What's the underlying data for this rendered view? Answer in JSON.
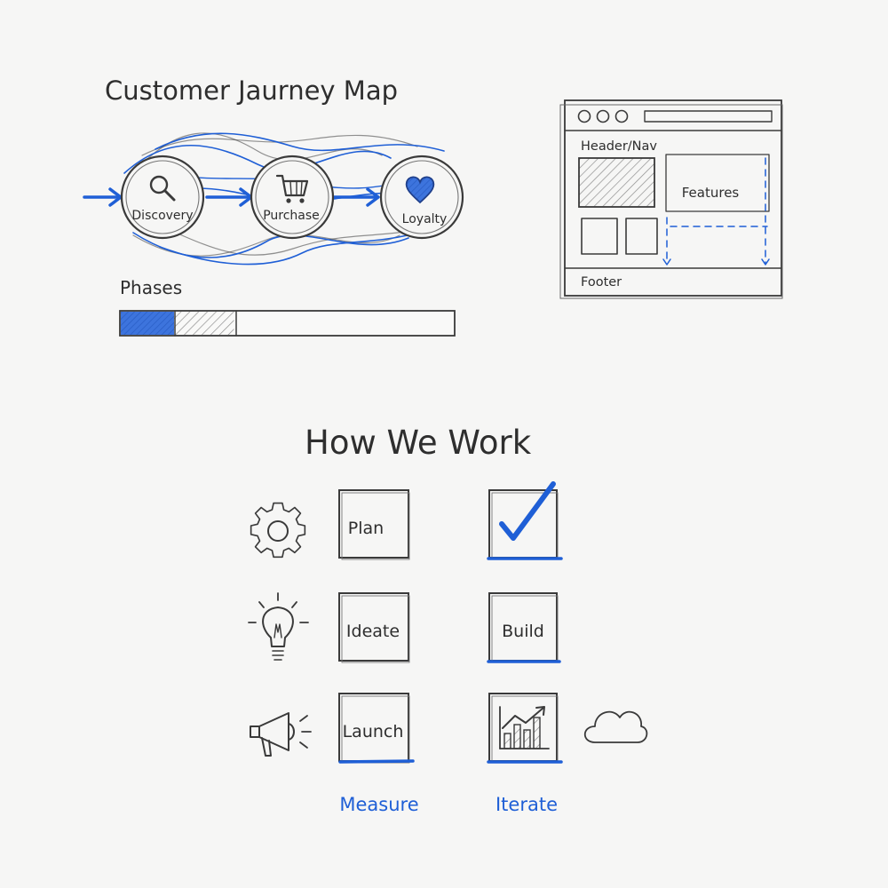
{
  "colors": {
    "ink": "#3a3a3a",
    "accent": "#1f5fd6",
    "paper": "#f6f6f5",
    "hatch": "#9a9a9a"
  },
  "journey": {
    "title": "Customer Jaurney Map",
    "stages": [
      {
        "label": "Discovery",
        "icon": "magnifier-icon"
      },
      {
        "label": "Purchase",
        "icon": "shopping-cart-icon"
      },
      {
        "label": "Loyalty",
        "icon": "heart-icon"
      }
    ]
  },
  "phases": {
    "label": "Phases",
    "progress": {
      "blue_fraction": 0.16,
      "hatched_fraction": 0.18
    }
  },
  "wireframe": {
    "window_icons": [
      "window-dot-icon",
      "window-dot-icon",
      "window-dot-icon"
    ],
    "header_label": "Header/Nav",
    "features_label": "Features",
    "footer_label": "Footer"
  },
  "how_we_work": {
    "title": "How We Work",
    "rows": [
      {
        "icon": "gear-icon",
        "left": "Plan",
        "right_icon": "checkmark-icon"
      },
      {
        "icon": "lightbulb-icon",
        "left": "Ideate",
        "right": "Build"
      },
      {
        "icon": "megaphone-icon",
        "left": "Launch",
        "right_icon": "bar-chart-icon",
        "extra_icon": "cloud-icon"
      }
    ],
    "bottom_labels": [
      "Measure",
      "Iterate"
    ]
  }
}
